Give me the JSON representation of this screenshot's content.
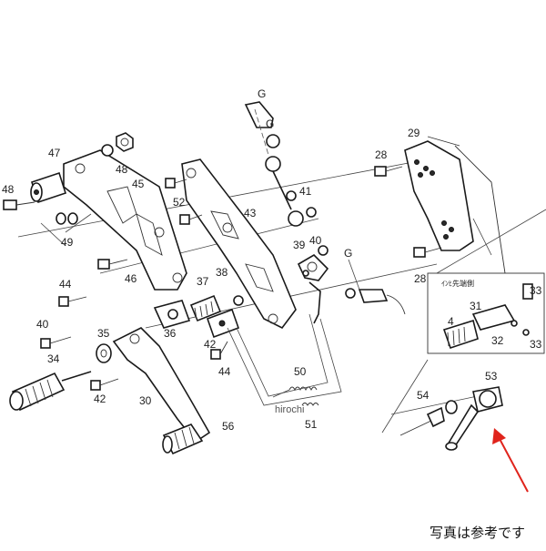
{
  "labels": [
    "G",
    "47",
    "48",
    "49",
    "45",
    "52",
    "43",
    "41",
    "40",
    "39",
    "29",
    "28",
    "28",
    "48",
    "44",
    "46",
    "37",
    "38",
    "36",
    "35",
    "34",
    "40",
    "42",
    "30",
    "56",
    "42",
    "44",
    "50",
    "51",
    "31",
    "4",
    "32",
    "33",
    "33",
    "54",
    "53",
    "G",
    "G"
  ],
  "inset_note": "ｲﾝﾋ先端側",
  "watermark": "hirochi",
  "caption": "写真は参考です",
  "colors": {
    "line": "#1a1a1a",
    "arrow": "#e0241c",
    "background": "#ffffff"
  },
  "icons": {
    "arrow": "red-arrow-icon"
  }
}
